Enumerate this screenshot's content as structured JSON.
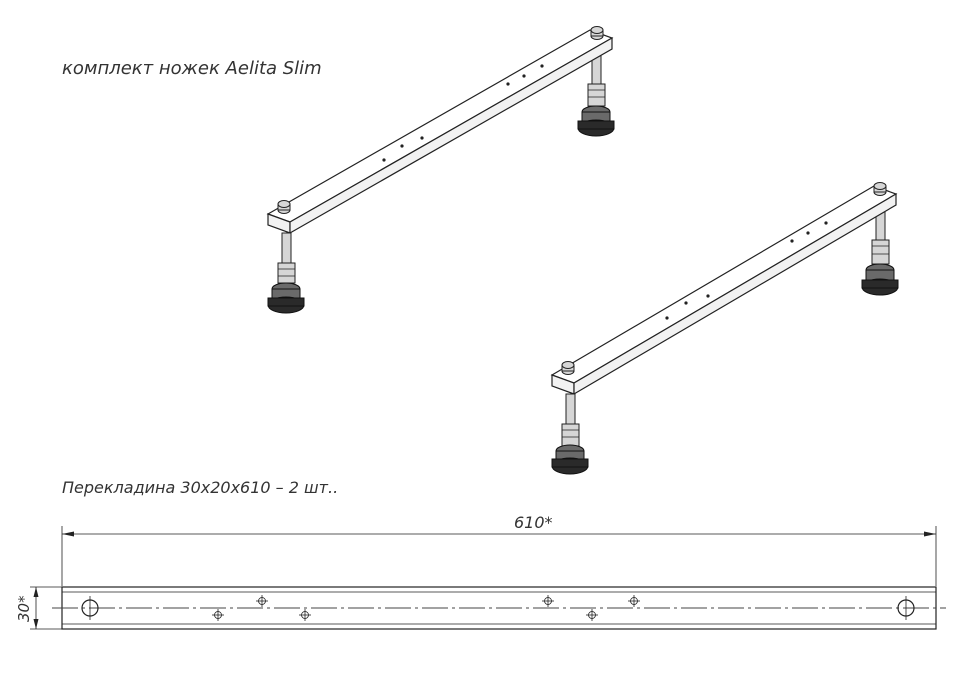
{
  "title": "комплект ножек Aelita Slim",
  "subtitle": "Перекладина 30х20х610 – 2 шт..",
  "dimensions": {
    "length": "610*",
    "height": "30*"
  }
}
